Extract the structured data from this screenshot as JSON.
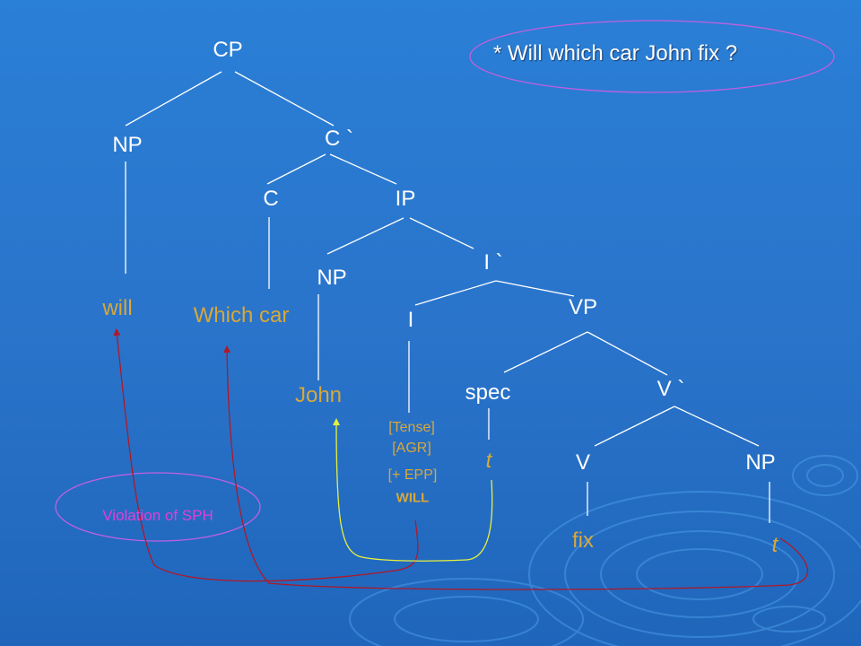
{
  "tree": {
    "nodes": {
      "cp": "CP",
      "np_spec_cp": "NP",
      "c_bar": "C `",
      "c": "C",
      "ip": "IP",
      "np_spec_ip": "NP",
      "i_bar": "I `",
      "i": "I",
      "vp": "VP",
      "spec_vp": "spec",
      "v_bar": "V `",
      "v": "V",
      "np_obj": "NP"
    },
    "leaves": {
      "will": "will",
      "which_car": "Which car",
      "john": "John",
      "tense": "[Tense]",
      "agr": "[AGR]",
      "epp": "[+ EPP]",
      "will_caps": "WILL",
      "spec_trace": "t",
      "fix": "fix",
      "obj_trace": "t"
    }
  },
  "annotations": {
    "ungrammatical_sentence": "* Will which car John fix ?",
    "violation": "Violation of SPH"
  },
  "colors": {
    "background": "#2a7fd6",
    "node_text": "#ffffff",
    "leaf_text": "#d8a838",
    "arrow_red": "#b01828",
    "arrow_yellow": "#e8f040",
    "ellipse_outline": "#c060e0",
    "violation_text": "#e040d8"
  }
}
